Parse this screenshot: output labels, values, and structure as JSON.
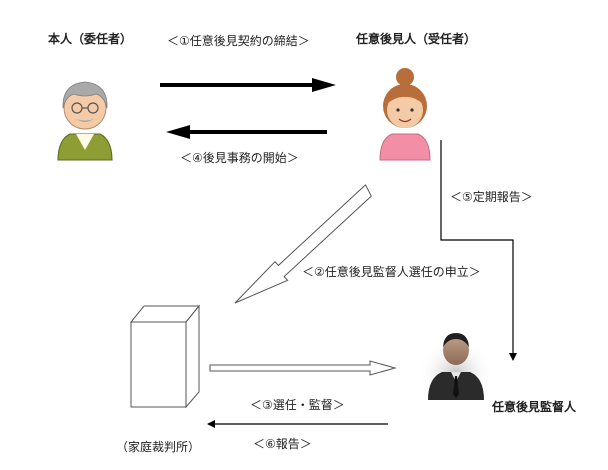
{
  "parties": {
    "principal": "本人（委任者）",
    "guardian": "任意後見人（受任者）",
    "supervisor": "任意後見監督人",
    "court": "（家庭裁判所）"
  },
  "steps": {
    "contract": "＜①任意後見契約の締結＞",
    "petition": "＜②任意後見監督人選任の申立＞",
    "appoint": "＜③選任・監督＞",
    "start": "＜④後見事務の開始＞",
    "report_regular": "＜⑤定期報告＞",
    "report_court": "＜⑥報告＞"
  },
  "colors": {
    "arrow_thick": "#000000",
    "hair": "#a9a9a9",
    "skin": "#f5cba7",
    "vest": "#8f9d35",
    "pink_shirt": "#f28fa7",
    "brown_hair": "#b86e3a",
    "suit": "#2b2b2b"
  },
  "icons": {
    "principal": "elderly-man-icon",
    "guardian": "woman-icon",
    "supervisor": "businessman-icon",
    "court": "building-box-icon"
  }
}
